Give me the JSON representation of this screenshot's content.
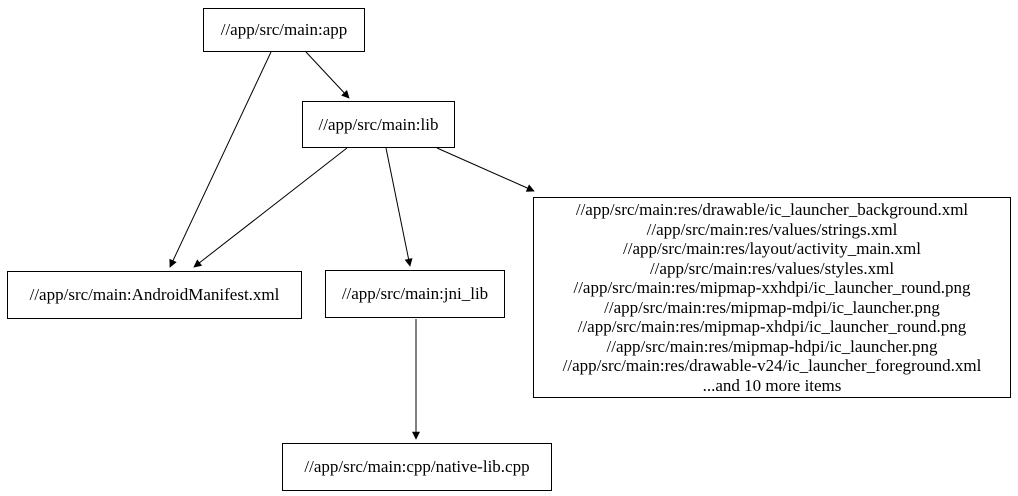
{
  "diagram": {
    "type": "dependency-graph",
    "background_color": "#ffffff",
    "node_fill_color": "#ffffff",
    "node_border_color": "#000000",
    "edge_color": "#000000",
    "text_color": "#000000",
    "nodes": {
      "app": {
        "label": "//app/src/main:app"
      },
      "lib": {
        "label": "//app/src/main:lib"
      },
      "manifest": {
        "label": "//app/src/main:AndroidManifest.xml"
      },
      "jni_lib": {
        "label": "//app/src/main:jni_lib"
      },
      "resources": {
        "lines": [
          "//app/src/main:res/drawable/ic_launcher_background.xml",
          "//app/src/main:res/values/strings.xml",
          "//app/src/main:res/layout/activity_main.xml",
          "//app/src/main:res/values/styles.xml",
          "//app/src/main:res/mipmap-xxhdpi/ic_launcher_round.png",
          "//app/src/main:res/mipmap-mdpi/ic_launcher.png",
          "//app/src/main:res/mipmap-xhdpi/ic_launcher_round.png",
          "//app/src/main:res/mipmap-hdpi/ic_launcher.png",
          "//app/src/main:res/drawable-v24/ic_launcher_foreground.xml",
          "...and 10 more items"
        ]
      },
      "native_lib_cpp": {
        "label": "//app/src/main:cpp/native-lib.cpp"
      }
    },
    "edges": [
      {
        "from": "app",
        "to": "lib"
      },
      {
        "from": "app",
        "to": "manifest"
      },
      {
        "from": "lib",
        "to": "manifest"
      },
      {
        "from": "lib",
        "to": "jni_lib"
      },
      {
        "from": "lib",
        "to": "resources"
      },
      {
        "from": "jni_lib",
        "to": "native_lib_cpp"
      }
    ]
  }
}
